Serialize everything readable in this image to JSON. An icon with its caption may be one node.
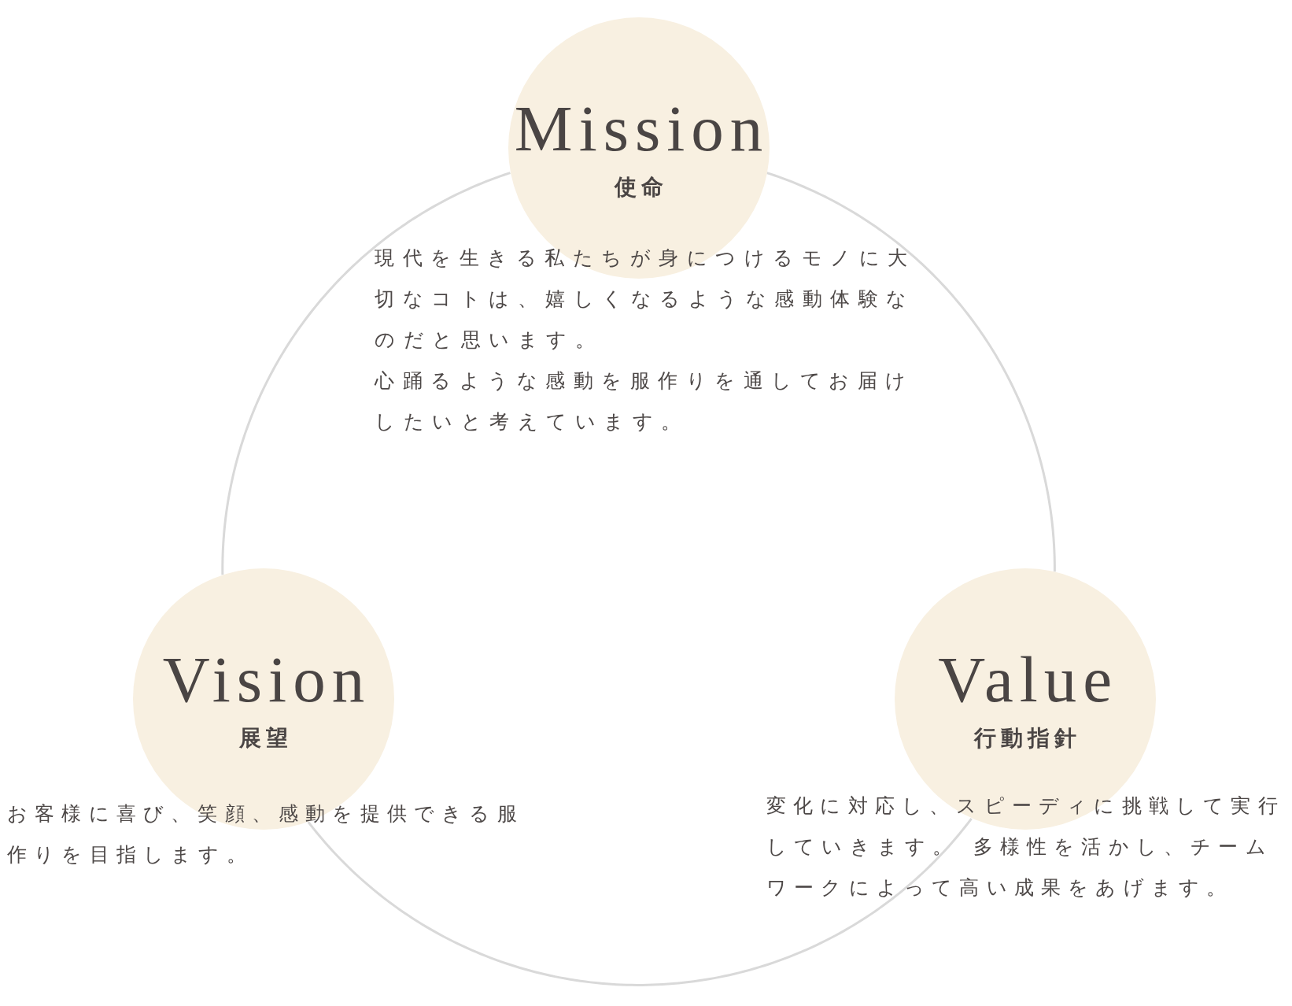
{
  "diagram": {
    "nodes": [
      {
        "text": [
          "Mission",
          "使命"
        ],
        "beside": [
          "現代を生きる私たちが身につけるモノに大切なコトは、嬉しくなるような感動体験なのだと思います。",
          "心踊るような感動を服作りを通してお届けしたいと考えています。"
        ]
      },
      {
        "text": [
          "Vision",
          "展望"
        ],
        "beside": [
          "お客様に喜び、笑顔、感動を提供できる服作りを目指します。"
        ]
      },
      {
        "text": [
          "Value",
          "行動指針"
        ],
        "beside": [
          "変化に対応し、スピーディに挑戦して実行していきます。 多様性を活かし、チームワークによって高い成果をあげます。"
        ]
      }
    ],
    "edges": [
      {
        "from": 0,
        "to": 2,
        "arrow": "none"
      },
      {
        "from": 2,
        "to": 1,
        "arrow": "none"
      },
      {
        "from": 1,
        "to": 0,
        "arrow": "none"
      }
    ]
  }
}
